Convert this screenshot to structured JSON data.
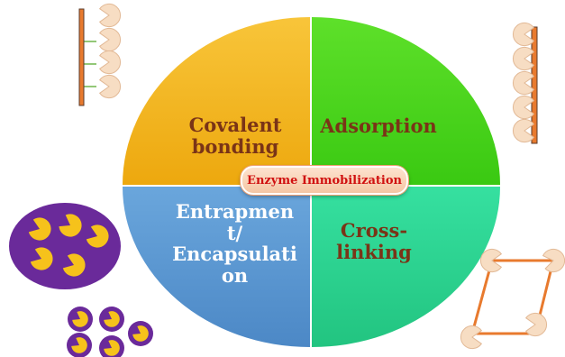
{
  "center_label": "Enzyme Immobilization",
  "quadrants": {
    "top_left": {
      "lines": [
        "Covalent",
        "bonding"
      ]
    },
    "top_right": {
      "lines": [
        "Adsorption"
      ]
    },
    "bottom_left": {
      "lines": [
        "Entrapmen",
        "t/",
        "Encapsulati",
        "on"
      ]
    },
    "bottom_right": {
      "lines": [
        "Cross-",
        "linking"
      ]
    }
  },
  "colors": {
    "top_left_fill": "#f5b41a",
    "top_right_fill": "#44d41a",
    "bottom_left_fill": "#5a98d2",
    "bottom_right_fill": "#2cd690",
    "label_dark": "#7a3417",
    "label_light": "#ffffff",
    "center_text": "#d01010",
    "enzyme_fill": "#f7ddc3",
    "enzyme_stroke": "#e2b996",
    "support_orange": "#e87a2e",
    "entrapment_yellow": "#f6c21b",
    "matrix_purple": "#6a2a9a"
  },
  "icons": {
    "covalent_support": "enzyme-covalent-bonded-support-icon",
    "adsorption_support": "enzyme-adsorbed-support-icon",
    "entrapment": "enzyme-entrapped-matrix-icon",
    "encapsulation": "enzyme-encapsulated-beads-icon",
    "crosslinking": "enzyme-crosslinked-network-icon"
  }
}
